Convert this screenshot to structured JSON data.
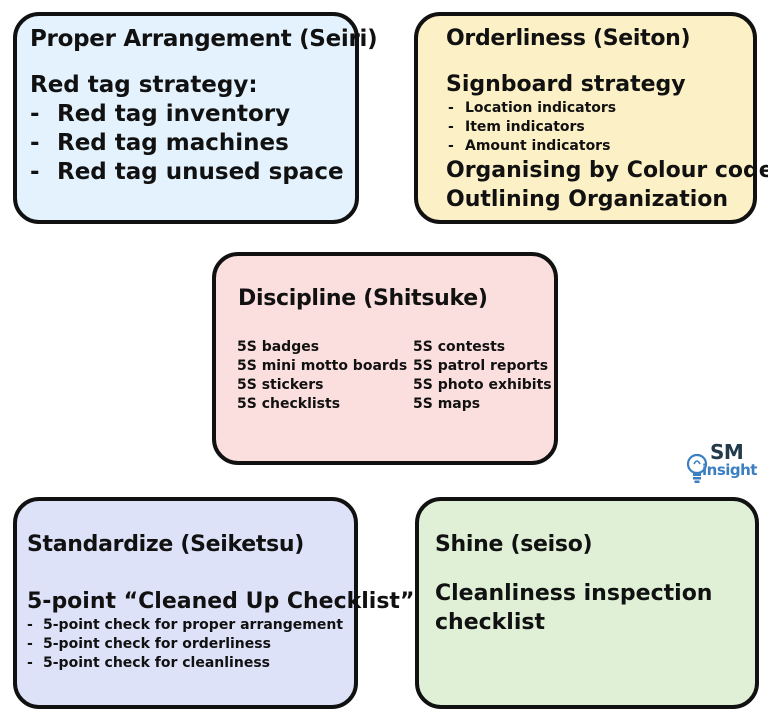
{
  "cards": {
    "seiri": {
      "title": "Proper Arrangement (Seiri)",
      "heading": "Red tag strategy:",
      "items": [
        "Red tag inventory",
        "Red tag machines",
        "Red tag unused space"
      ]
    },
    "seiton": {
      "title": "Orderliness (Seiton)",
      "heading": "Signboard strategy",
      "items": [
        "Location indicators",
        "Item indicators",
        "Amount indicators"
      ],
      "extra": [
        "Organising by Colour code",
        "Outlining Organization"
      ]
    },
    "shitsuke": {
      "title": "Discipline (Shitsuke)",
      "left": [
        "5S badges",
        "5S mini motto boards",
        "5S stickers",
        "5S checklists"
      ],
      "right": [
        "5S contests",
        "5S patrol reports",
        "5S photo exhibits",
        "5S maps"
      ]
    },
    "seiketsu": {
      "title": "Standardize (Seiketsu)",
      "heading": "5-point “Cleaned Up Checklist”",
      "items": [
        "5-point check for proper arrangement",
        "5-point check for orderliness",
        "5-point check for cleanliness"
      ]
    },
    "seiso": {
      "title": "Shine (seiso)",
      "body_lines": [
        "Cleanliness inspection",
        "checklist"
      ]
    }
  },
  "dash": "-",
  "logo": {
    "line1": "SM",
    "line2": "insight",
    "icon": "lightbulb-icon",
    "colors": {
      "dark": "#233a4b",
      "accent": "#3a7fc0"
    }
  },
  "colors": {
    "seiri": "#e3f2fc",
    "seiton": "#fcf0c6",
    "shitsuke": "#fbdede",
    "seiketsu": "#dde2f9",
    "seiso": "#dff0d7",
    "border": "#111111"
  }
}
